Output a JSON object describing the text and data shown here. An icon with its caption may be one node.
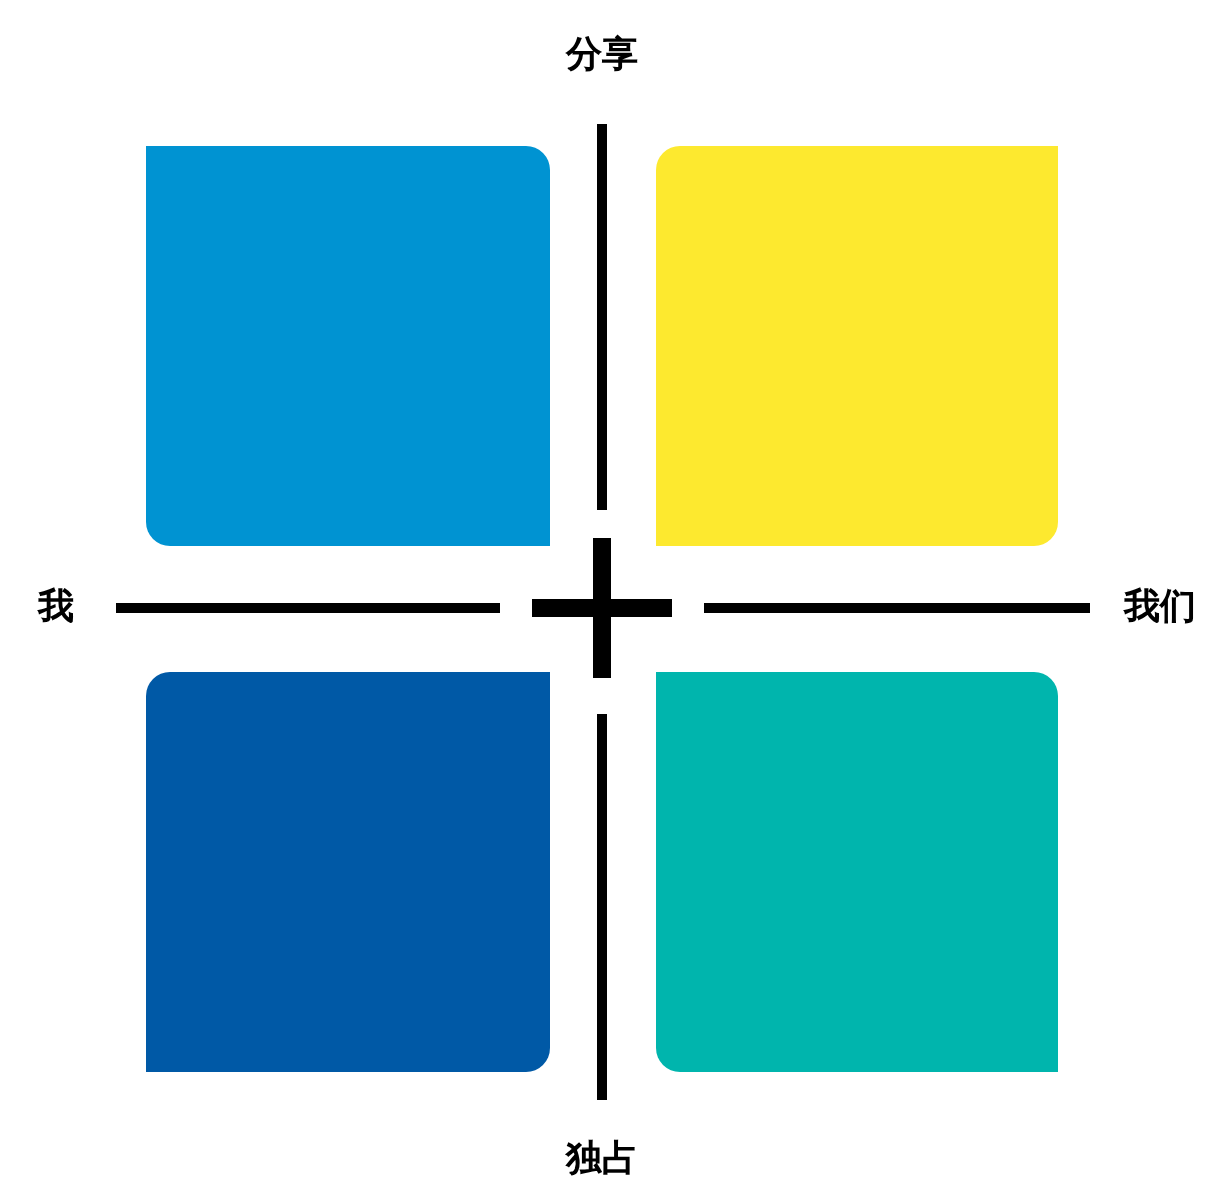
{
  "diagram": {
    "nodes": [
      {
        "text": [],
        "shape": "box"
      },
      {
        "text": [],
        "shape": "box"
      },
      {
        "text": [],
        "shape": "box"
      },
      {
        "text": [],
        "shape": "box"
      }
    ],
    "labels": [
      "分享",
      "我",
      "我们",
      "独占"
    ]
  }
}
